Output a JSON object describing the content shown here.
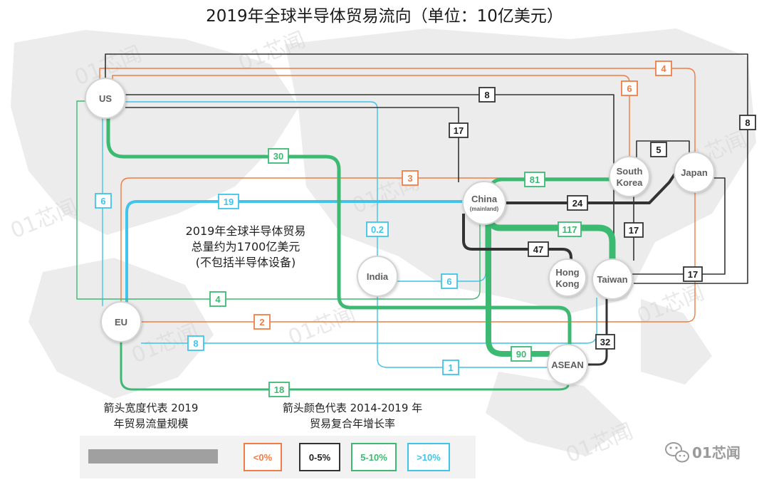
{
  "title": "2019年全球半导体贸易流向（单位：10亿美元）",
  "note": [
    "2019年全球半导体贸易",
    "总量约为1700亿美元",
    "(不包括半导体设备)"
  ],
  "nodes": {
    "us": {
      "label": "US"
    },
    "eu": {
      "label": "EU"
    },
    "india": {
      "label": "India"
    },
    "china": {
      "label": "China",
      "sub": "(mainland)"
    },
    "south_korea": {
      "line1": "South",
      "line2": "Korea"
    },
    "japan": {
      "label": "Japan"
    },
    "hong_kong": {
      "line1": "Hong",
      "line2": "Kong"
    },
    "taiwan": {
      "label": "Taiwan"
    },
    "asean": {
      "label": "ASEAN"
    }
  },
  "flows": [
    {
      "value": "8",
      "growth": "0-5%"
    },
    {
      "value": "8",
      "growth": "0-5%"
    },
    {
      "value": "17",
      "growth": "0-5%"
    },
    {
      "value": "5",
      "growth": "0-5%"
    },
    {
      "value": "24",
      "growth": "0-5%"
    },
    {
      "value": "47",
      "growth": "0-5%"
    },
    {
      "value": "17",
      "growth": "0-5%"
    },
    {
      "value": "17",
      "growth": "0-5%"
    },
    {
      "value": "32",
      "growth": "0-5%"
    },
    {
      "value": "30",
      "growth": "5-10%"
    },
    {
      "value": "81",
      "growth": "5-10%"
    },
    {
      "value": "117",
      "growth": "5-10%"
    },
    {
      "value": "90",
      "growth": "5-10%"
    },
    {
      "value": "4",
      "growth": "5-10%"
    },
    {
      "value": "18",
      "growth": "5-10%"
    },
    {
      "value": "19",
      "growth": ">10%"
    },
    {
      "value": "6",
      "growth": ">10%"
    },
    {
      "value": "0.2",
      "growth": ">10%"
    },
    {
      "value": "6",
      "growth": ">10%"
    },
    {
      "value": "8",
      "growth": ">10%"
    },
    {
      "value": "1",
      "growth": ">10%"
    },
    {
      "value": "4",
      "growth": "<0%"
    },
    {
      "value": "6",
      "growth": "<0%"
    },
    {
      "value": "3",
      "growth": "<0%"
    },
    {
      "value": "2",
      "growth": "<0%"
    }
  ],
  "legend": {
    "width_text": [
      "箭头宽度代表 2019",
      "年贸易流量规模"
    ],
    "color_text": [
      "箭头颜色代表 2014-2019 年",
      "贸易复合年增长率"
    ],
    "bar_color": "#a0a0a0",
    "categories": [
      {
        "label": "<0%",
        "color": "#ef7d45"
      },
      {
        "label": "0-5%",
        "color": "#333333"
      },
      {
        "label": "5-10%",
        "color": "#3dba72"
      },
      {
        "label": ">10%",
        "color": "#3fc4ea"
      }
    ]
  },
  "watermark": "01芯闻",
  "brand": {
    "text": "01芯闻",
    "icon": "wechat-icon"
  }
}
